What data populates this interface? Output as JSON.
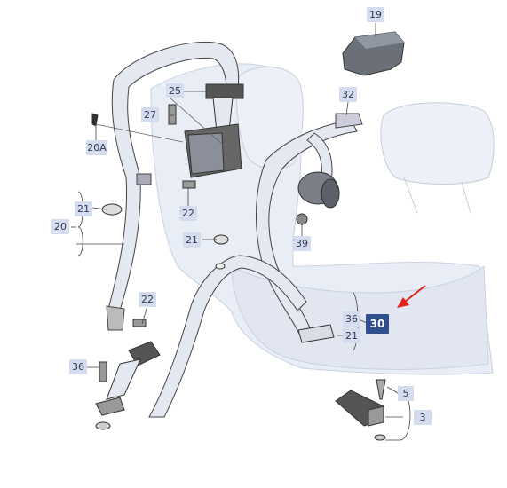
{
  "diagram": {
    "callouts": [
      {
        "id": "19",
        "label": "19"
      },
      {
        "id": "25",
        "label": "25"
      },
      {
        "id": "27",
        "label": "27"
      },
      {
        "id": "20A",
        "label": "20A"
      },
      {
        "id": "32",
        "label": "32"
      },
      {
        "id": "21a",
        "label": "21"
      },
      {
        "id": "20",
        "label": "20"
      },
      {
        "id": "22a",
        "label": "22"
      },
      {
        "id": "21b",
        "label": "21"
      },
      {
        "id": "39",
        "label": "39"
      },
      {
        "id": "22b",
        "label": "22"
      },
      {
        "id": "36a",
        "label": "36"
      },
      {
        "id": "30",
        "label": "30"
      },
      {
        "id": "21c",
        "label": "21"
      },
      {
        "id": "36b",
        "label": "36"
      },
      {
        "id": "5",
        "label": "5"
      },
      {
        "id": "3",
        "label": "3"
      }
    ],
    "selected": "30",
    "colors": {
      "label_bg": "#d4dced",
      "label_active_bg": "#2f4f8f",
      "arrow": "#e2231a",
      "seat": "#e8ecf4",
      "line": "#444444"
    }
  }
}
